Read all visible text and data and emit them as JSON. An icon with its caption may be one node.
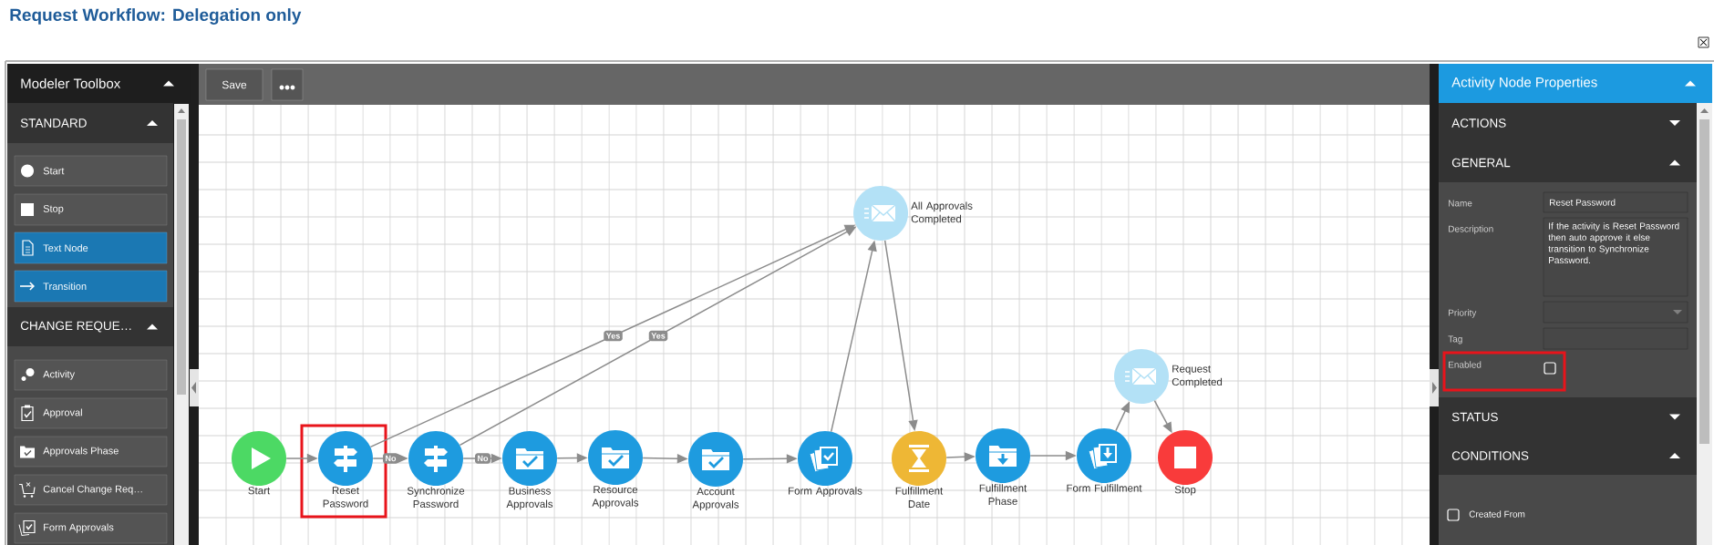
{
  "diagram": {
    "title": "Request Workflow: Delegation only",
    "nodes": [
      {
        "text": [
          "Start"
        ]
      },
      {
        "text": [
          "Reset Password"
        ]
      },
      {
        "text": [
          "Synchronize Password"
        ]
      },
      {
        "text": [
          "Business Approvals"
        ]
      },
      {
        "text": [
          "Resource Approvals"
        ]
      },
      {
        "text": [
          "Account Approvals"
        ]
      },
      {
        "text": [
          "Form Approvals"
        ]
      },
      {
        "text": [
          "All Approvals Completed"
        ]
      },
      {
        "text": [
          "Fulfillment Date"
        ]
      },
      {
        "text": [
          "Fulfillment Phase"
        ]
      },
      {
        "text": [
          "Form Fulfillment"
        ]
      },
      {
        "text": [
          "Request Completed"
        ]
      },
      {
        "text": [
          "Stop"
        ]
      }
    ],
    "edges": [
      {
        "from": 0,
        "to": 1,
        "arrow": "to"
      },
      {
        "from": 1,
        "to": 2,
        "arrow": "to",
        "label": "No"
      },
      {
        "from": 2,
        "to": 3,
        "arrow": "to",
        "label": "No"
      },
      {
        "from": 3,
        "to": 4,
        "arrow": "to"
      },
      {
        "from": 4,
        "to": 5,
        "arrow": "to"
      },
      {
        "from": 5,
        "to": 6,
        "arrow": "to"
      },
      {
        "from": 1,
        "to": 7,
        "arrow": "to",
        "label": "Yes"
      },
      {
        "from": 2,
        "to": 7,
        "arrow": "to",
        "label": "Yes"
      },
      {
        "from": 6,
        "to": 7,
        "arrow": "to"
      },
      {
        "from": 7,
        "to": 8,
        "arrow": "to"
      },
      {
        "from": 8,
        "to": 9,
        "arrow": "to"
      },
      {
        "from": 9,
        "to": 10,
        "arrow": "to"
      },
      {
        "from": 10,
        "to": 11,
        "arrow": "to"
      },
      {
        "from": 11,
        "to": 12,
        "arrow": "to"
      }
    ],
    "labels": [
      "Modeler Toolbox",
      "STANDARD",
      "Start",
      "Stop",
      "Text Node",
      "Transition",
      "CHANGE REQUE…",
      "Activity",
      "Approval",
      "Approvals Phase",
      "Cancel Change Req…",
      "Form Approvals",
      "Save",
      "Activity Node Properties",
      "ACTIONS",
      "GENERAL",
      "Name",
      "Reset Password",
      "Description",
      "If the activity is Reset Password then auto approve it else transition to Synchronize Password.",
      "Priority",
      "Tag",
      "Enabled",
      "STATUS",
      "CONDITIONS",
      "Created From"
    ]
  }
}
